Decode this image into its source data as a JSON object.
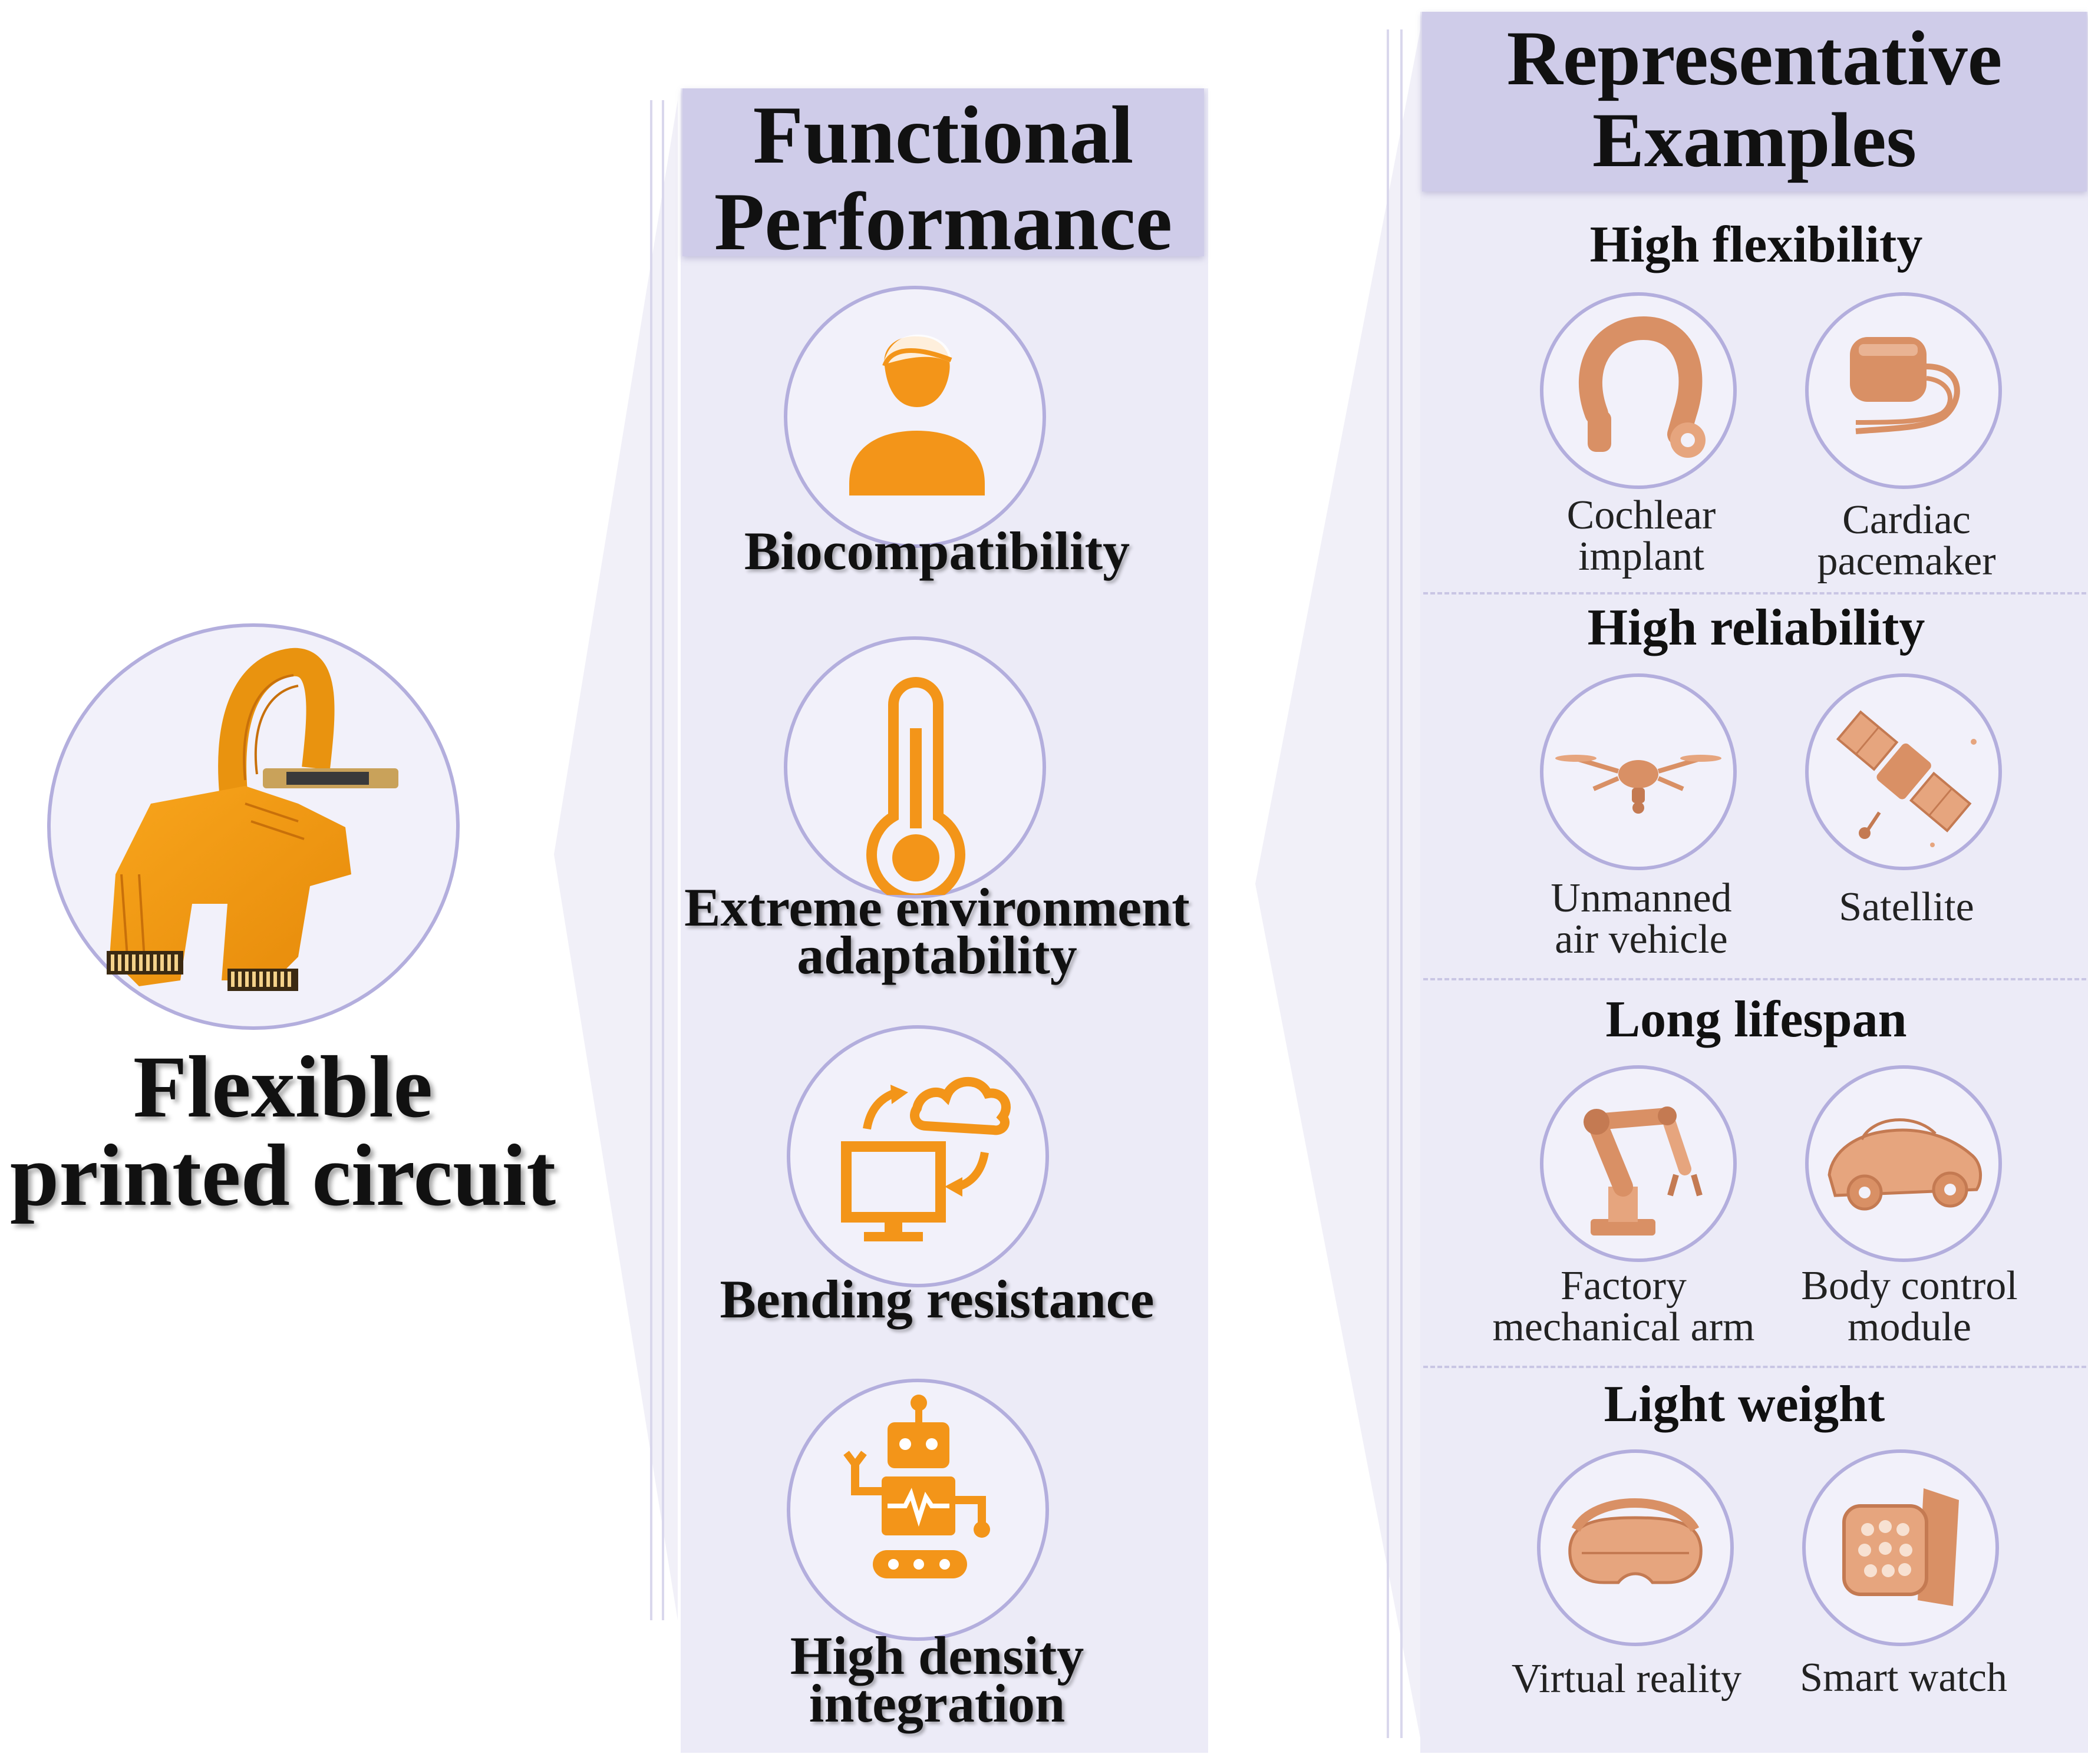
{
  "main": {
    "title_lines": [
      "Flexible",
      "printed circuit"
    ]
  },
  "functional": {
    "header_lines": [
      "Functional",
      "Performance"
    ],
    "items": [
      {
        "label_lines": [
          "Biocompatibility"
        ],
        "icon": "person-icon"
      },
      {
        "label_lines": [
          "Extreme environment",
          "adaptability"
        ],
        "icon": "thermometer-icon"
      },
      {
        "label_lines": [
          "Bending resistance"
        ],
        "icon": "computer-cloud-sync-icon"
      },
      {
        "label_lines": [
          "High density",
          "integration"
        ],
        "icon": "robot-icon"
      }
    ]
  },
  "examples": {
    "header_lines": [
      "Representative",
      "Examples"
    ],
    "categories": [
      {
        "title": "High flexibility",
        "items": [
          {
            "label_lines": [
              "Cochlear",
              "implant"
            ],
            "icon": "cochlear-implant-icon"
          },
          {
            "label_lines": [
              "Cardiac",
              "pacemaker"
            ],
            "icon": "pacemaker-icon"
          }
        ]
      },
      {
        "title": "High reliability",
        "items": [
          {
            "label_lines": [
              "Unmanned",
              "air vehicle"
            ],
            "icon": "drone-icon"
          },
          {
            "label_lines": [
              "Satellite"
            ],
            "icon": "satellite-icon"
          }
        ]
      },
      {
        "title": "Long lifespan",
        "items": [
          {
            "label_lines": [
              "Factory",
              "mechanical arm"
            ],
            "icon": "robotic-arm-icon"
          },
          {
            "label_lines": [
              "Body control",
              "module"
            ],
            "icon": "car-icon"
          }
        ]
      },
      {
        "title": "Light weight",
        "items": [
          {
            "label_lines": [
              "Virtual reality"
            ],
            "icon": "vr-headset-icon"
          },
          {
            "label_lines": [
              "Smart watch"
            ],
            "icon": "smart-watch-icon"
          }
        ]
      }
    ]
  },
  "colors": {
    "icon_orange": "#f39519",
    "example_icon": "#d99065",
    "panel_bg": "#ecebf7",
    "header_bg": "#cfcce9",
    "circle_border": "#b3aedd"
  }
}
